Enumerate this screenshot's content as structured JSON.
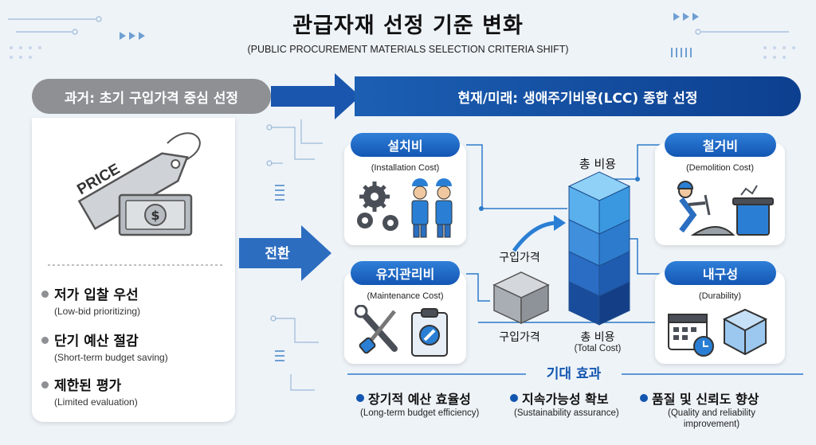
{
  "title": "관급자재 선정 기준 변화",
  "subtitle": "(PUBLIC PROCUREMENT MATERIALS SELECTION CRITERIA SHIFT)",
  "past": {
    "banner": "과거: 초기 구입가격 중심 선정",
    "price_tag_text": "PRICE",
    "items": [
      {
        "ko": "저가 입찰 우선",
        "en": "(Low-bid prioritizing)"
      },
      {
        "ko": "단기 예산 절감",
        "en": "(Short-term budget saving)"
      },
      {
        "ko": "제한된 평가",
        "en": "(Limited evaluation)"
      }
    ]
  },
  "transition_label": "전환",
  "future": {
    "banner": "현재/미래: 생애주기비용(LCC) 종합 선정",
    "cards": {
      "installation": {
        "ko": "설치비",
        "en": "(Installation Cost)"
      },
      "maintenance": {
        "ko": "유지관리비",
        "en": "(Maintenance Cost)"
      },
      "demolition": {
        "ko": "철거비",
        "en": "(Demolition Cost)"
      },
      "durability": {
        "ko": "내구성",
        "en": "(Durability)"
      }
    },
    "center": {
      "purchase_label_top": "구입가격",
      "purchase_label_bottom": "구입가격",
      "total_label_top": "총 비용",
      "total_label_bottom": "총 비용",
      "total_label_en": "(Total Cost)"
    }
  },
  "effects": {
    "title": "기대 효과",
    "items": [
      {
        "ko": "장기적 예산 효율성",
        "en": "(Long-term budget efficiency)"
      },
      {
        "ko": "지속가능성 확보",
        "en": "(Sustainability assurance)"
      },
      {
        "ko": "품질 및 신뢰도 향상",
        "en": "(Quality and reliability improvement)"
      }
    ]
  },
  "colors": {
    "primary_blue": "#1256b0",
    "past_gray": "#8e9094",
    "stack_layers": [
      "#5ab0ec",
      "#3f8fdc",
      "#2b6cc4",
      "#1a4c9c"
    ]
  }
}
